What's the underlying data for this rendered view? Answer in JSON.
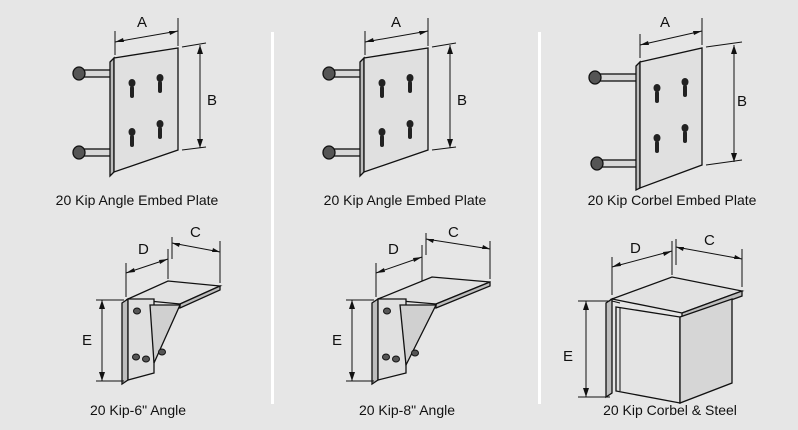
{
  "colors": {
    "background": "#e6e6e6",
    "divider": "#ffffff",
    "line": "#111111",
    "plate": "#e0e0e0",
    "plate_dark": "#bdbdbd"
  },
  "panels": [
    {
      "caption": "20 Kip Angle Embed Plate",
      "dims": {
        "a": "A",
        "b": "B"
      }
    },
    {
      "caption": "20 Kip Angle Embed Plate",
      "dims": {
        "a": "A",
        "b": "B"
      }
    },
    {
      "caption": "20 Kip Corbel Embed Plate",
      "dims": {
        "a": "A",
        "b": "B"
      }
    },
    {
      "caption": "20 Kip-6\" Angle",
      "dims": {
        "d": "D",
        "c": "C",
        "e": "E"
      }
    },
    {
      "caption": "20 Kip-8\" Angle",
      "dims": {
        "d": "D",
        "c": "C",
        "e": "E"
      }
    },
    {
      "caption": "20 Kip Corbel & Steel",
      "dims": {
        "d": "D",
        "c": "C",
        "e": "E"
      }
    }
  ]
}
